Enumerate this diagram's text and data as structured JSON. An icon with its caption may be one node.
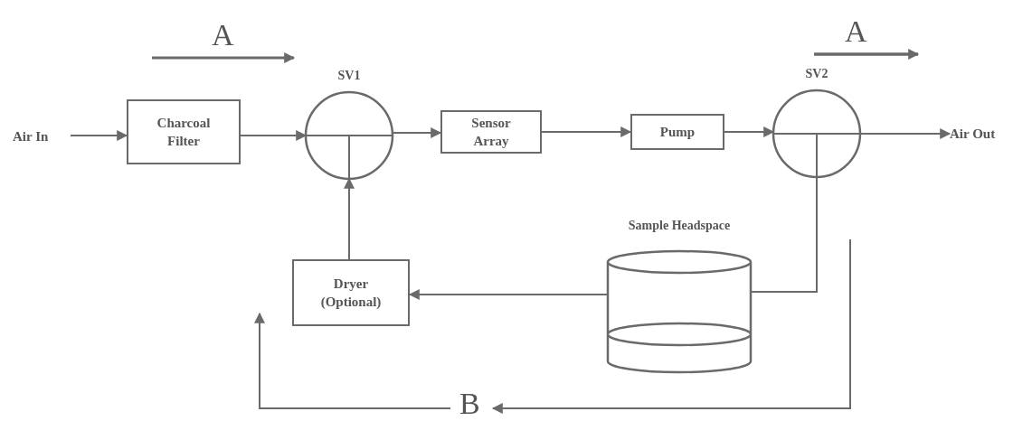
{
  "diagram": {
    "nodes": [
      {
        "text": [
          "Air In"
        ]
      },
      {
        "text": [
          "Charcoal Filter"
        ]
      },
      {
        "text": [
          "SV1"
        ]
      },
      {
        "text": [
          "Sensor Array"
        ]
      },
      {
        "text": [
          "Pump"
        ]
      },
      {
        "text": [
          "SV2"
        ]
      },
      {
        "text": [
          "Air Out"
        ]
      },
      {
        "text": [
          "Sample Headspace"
        ]
      },
      {
        "text": [
          "Dryer (Optional)"
        ]
      }
    ],
    "edges": [
      {
        "from": 0,
        "to": 1,
        "arrow": "to"
      },
      {
        "from": 1,
        "to": 2,
        "arrow": "to"
      },
      {
        "from": 2,
        "to": 3,
        "arrow": "to"
      },
      {
        "from": 3,
        "to": 4,
        "arrow": "to"
      },
      {
        "from": 4,
        "to": 5,
        "arrow": "to"
      },
      {
        "from": 5,
        "to": 6,
        "arrow": "to"
      },
      {
        "from": 5,
        "to": 7,
        "arrow": "none"
      },
      {
        "from": 7,
        "to": 8,
        "arrow": "to"
      },
      {
        "from": 8,
        "to": 2,
        "arrow": "to"
      }
    ],
    "labels": [
      "A",
      "A",
      "B"
    ]
  }
}
